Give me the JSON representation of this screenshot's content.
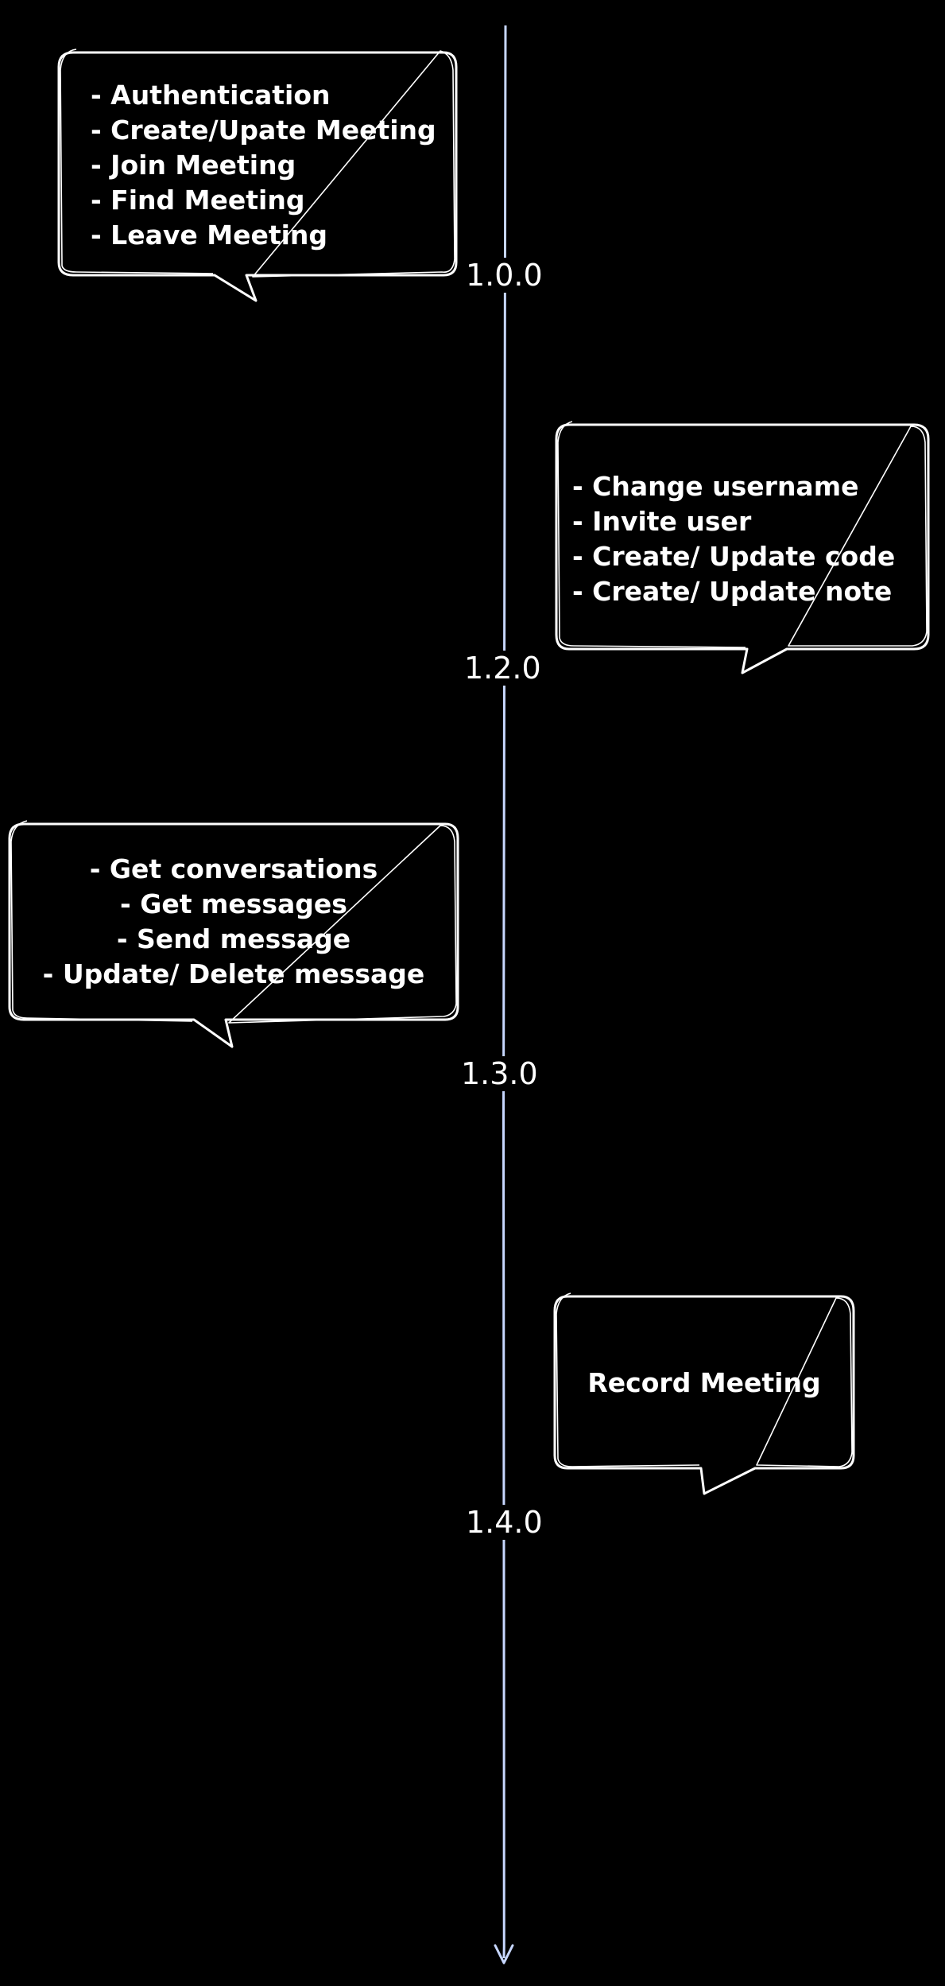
{
  "colors": {
    "background": "#000000",
    "timeline": "#c7d7ff",
    "bubble_stroke": "#ffffff",
    "text": "#ffffff"
  },
  "milestones": [
    {
      "version": "1.0.0",
      "items": [
        "- Authentication",
        "- Create/Upate Meeting",
        "- Join Meeting",
        "- Find Meeting",
        "- Leave Meeting"
      ]
    },
    {
      "version": "1.2.0",
      "items": [
        "- Change username",
        "- Invite user",
        "- Create/ Update code",
        "- Create/ Update note"
      ]
    },
    {
      "version": "1.3.0",
      "items": [
        "- Get conversations",
        "- Get messages",
        "- Send message",
        "- Update/ Delete message"
      ]
    },
    {
      "version": "1.4.0",
      "items": [
        "Record Meeting"
      ]
    }
  ]
}
